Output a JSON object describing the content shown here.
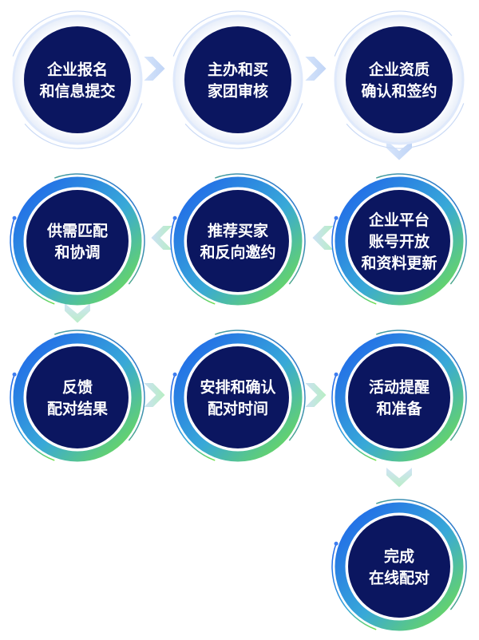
{
  "steps": [
    {
      "id": "s1",
      "lines": [
        "企业报名",
        "和信息提交"
      ],
      "style": "plain"
    },
    {
      "id": "s2",
      "lines": [
        "主办和买",
        "家团审核"
      ],
      "style": "plain"
    },
    {
      "id": "s3",
      "lines": [
        "企业资质",
        "确认和签约"
      ],
      "style": "plain"
    },
    {
      "id": "s4",
      "lines": [
        "企业平台",
        "账号开放",
        "和资料更新"
      ],
      "style": "gradient"
    },
    {
      "id": "s5",
      "lines": [
        "推荐买家",
        "和反向邀约"
      ],
      "style": "gradient"
    },
    {
      "id": "s6",
      "lines": [
        "供需匹配",
        "和协调"
      ],
      "style": "gradient"
    },
    {
      "id": "s7",
      "lines": [
        "反馈",
        "配对结果"
      ],
      "style": "gradient"
    },
    {
      "id": "s8",
      "lines": [
        "安排和确认",
        "配对时间"
      ],
      "style": "gradient"
    },
    {
      "id": "s9",
      "lines": [
        "活动提醒",
        "和准备"
      ],
      "style": "gradient"
    },
    {
      "id": "s10",
      "lines": [
        "完成",
        "在线配对"
      ],
      "style": "gradient"
    }
  ],
  "colors": {
    "node_fill": "#0b1660",
    "ring_blue": "#1e63ea",
    "ring_green": "#6fdc4a",
    "ring_light": "#dfe9fb",
    "arrow_blue": "#c6d8f7",
    "arrow_green": "#b8ecc4"
  }
}
